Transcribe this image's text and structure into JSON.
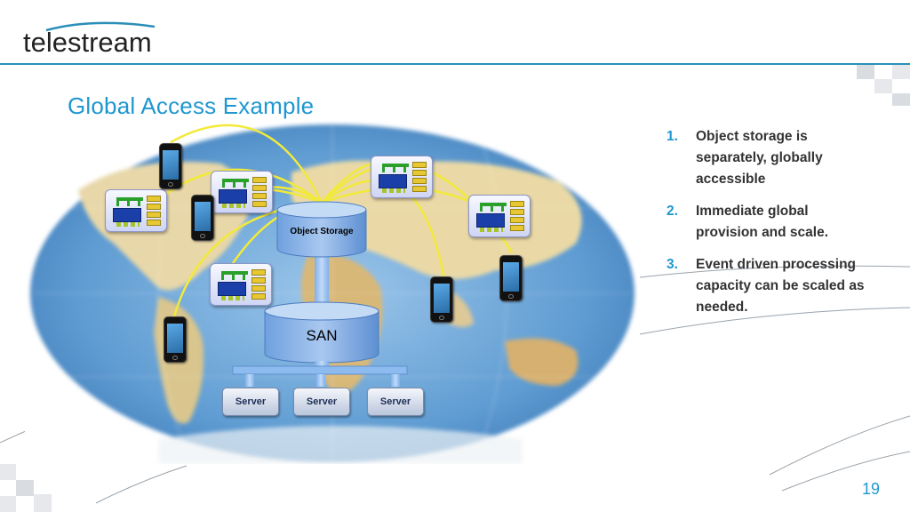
{
  "brand": {
    "logo_text": "telestream",
    "accent_color": "#1f97d0",
    "rule_color": "#2a8fb8"
  },
  "slide": {
    "title": "Global Access Example",
    "page_number": "19"
  },
  "diagram": {
    "object_storage_label": "Object Storage",
    "san_label": "SAN",
    "servers": [
      {
        "label": "Server"
      },
      {
        "label": "Server"
      },
      {
        "label": "Server"
      }
    ],
    "link_color": "#f2ea3a",
    "background": "world-map-icon",
    "endpoint_icons": [
      "smartphone-icon",
      "workflow-node-icon"
    ]
  },
  "points": [
    {
      "num": "1.",
      "text": "Object storage is separately, globally accessible"
    },
    {
      "num": "2.",
      "text": "Immediate global provision and scale."
    },
    {
      "num": "3.",
      "text": "Event driven processing capacity can be scaled as needed."
    }
  ]
}
